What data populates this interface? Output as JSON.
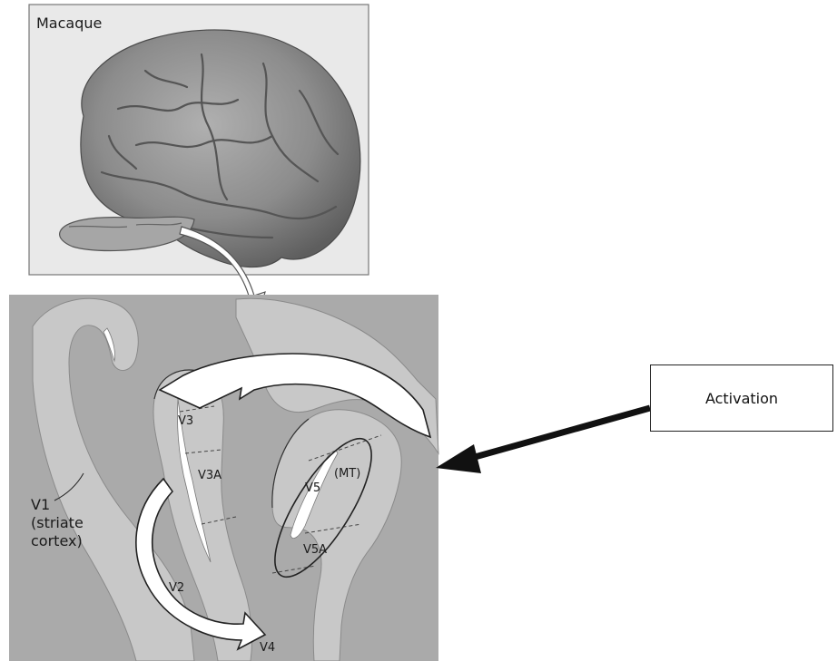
{
  "top_panel": {
    "label": "Macaque"
  },
  "bottom_panel": {
    "areas": {
      "v1": "V1",
      "v1_sub_1": "(striate",
      "v1_sub_2": "cortex)",
      "v2": "V2",
      "v3": "V3",
      "v3a": "V3A",
      "v4": "V4",
      "v5": "V5",
      "mt": "(MT)",
      "v5a": "V5A"
    }
  },
  "callout": {
    "label": "Activation"
  }
}
